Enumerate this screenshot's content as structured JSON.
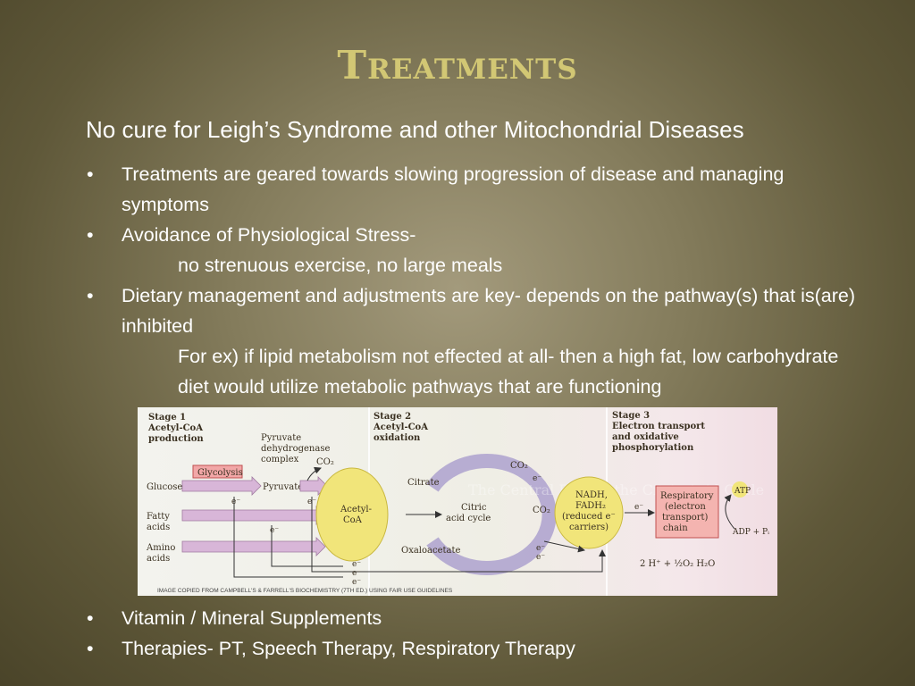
{
  "title": "Treatments",
  "heading": "No cure for Leigh’s Syndrome and other Mitochondrial Diseases",
  "bullet_symbol": "•",
  "bullets_top": [
    {
      "text": "Treatments are geared towards slowing progression of disease and managing symptoms"
    },
    {
      "text": "Avoidance of Physiological Stress-",
      "sub": "no strenuous exercise, no large meals"
    },
    {
      "text": "Dietary management and adjustments are key- depends on the pathway(s) that is(are) inhibited",
      "sub": "For ex) if lipid metabolism not effected at all- then a high fat, low carbohydrate diet would utilize metabolic pathways that are functioning"
    }
  ],
  "bullets_bottom": [
    {
      "text": "Vitamin / Mineral Supplements"
    },
    {
      "text": "Therapies- PT, Speech Therapy, Respiratory Therapy"
    }
  ],
  "figure": {
    "stage1_title": "Stage 1",
    "stage1_sub1": "Acetyl-CoA",
    "stage1_sub2": "production",
    "stage2_title": "Stage 2",
    "stage2_sub1": "Acetyl-CoA",
    "stage2_sub2": "oxidation",
    "stage3_title": "Stage 3",
    "stage3_sub1": "Electron transport",
    "stage3_sub2": "and oxidative",
    "stage3_sub3": "phosphorylation",
    "pdh1": "Pyruvate",
    "pdh2": "dehydrogenase",
    "pdh3": "complex",
    "glycolysis": "Glycolysis",
    "glucose": "Glucose",
    "pyruvate": "Pyruvate",
    "fatty1": "Fatty",
    "fatty2": "acids",
    "amino1": "Amino",
    "amino2": "acids",
    "acetyl1": "Acetyl-",
    "acetyl2": "CoA",
    "co2": "CO₂",
    "citrate": "Citrate",
    "citric1": "Citric",
    "citric2": "acid cycle",
    "oxaloacetate": "Oxaloacetate",
    "nadh1": "NADH,",
    "nadh2": "FADH₂",
    "nadh3": "(reduced e⁻",
    "nadh4": "carriers)",
    "resp1": "Respiratory",
    "resp2": "(electron",
    "resp3": "transport)",
    "resp4": "chain",
    "atp": "ATP",
    "adp": "ADP + Pᵢ",
    "electron": "e⁻",
    "water": "2 H⁺ + ½O₂   H₂O",
    "watermark": "The Central Role of the Citric Acid Cycle",
    "credit": "IMAGE COPIED FROM CAMPBELL'S & FARRELL'S BIOCHEMISTRY (7TH ED.) USING FAIR USE GUIDELINES"
  }
}
